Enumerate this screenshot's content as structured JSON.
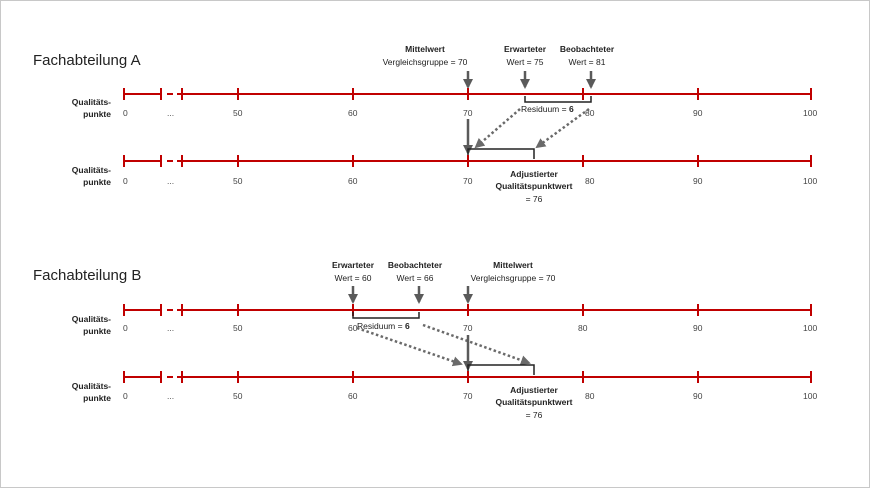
{
  "sections": [
    {
      "title": "Fachabteilung A",
      "row_label_line1": "Qualitäts-",
      "row_label_line2": "punkte",
      "ticks": [
        "0",
        "...",
        "50",
        "60",
        "70",
        "80",
        "90",
        "100"
      ],
      "mean": {
        "line1": "Mittelwert",
        "line2": "Vergleichsgruppe = 70",
        "value": 70
      },
      "expected": {
        "line1": "Erwarteter",
        "line2": "Wert = 75",
        "value": 75
      },
      "observed": {
        "line1": "Beobachteter",
        "line2": "Wert = 81",
        "value": 81
      },
      "residual": {
        "prefix": "Residuum = ",
        "value": "6"
      },
      "adjusted": {
        "line1": "Adjustierter",
        "line2": "Qualitätspunktwert",
        "line3": "= 76",
        "value": 76
      }
    },
    {
      "title": "Fachabteilung B",
      "row_label_line1": "Qualitäts-",
      "row_label_line2": "punkte",
      "ticks": [
        "0",
        "...",
        "50",
        "60",
        "70",
        "80",
        "90",
        "100"
      ],
      "mean": {
        "line1": "Mittelwert",
        "line2": "Vergleichsgruppe = 70",
        "value": 70
      },
      "expected": {
        "line1": "Erwarteter",
        "line2": "Wert = 60",
        "value": 60
      },
      "observed": {
        "line1": "Beobachteter",
        "line2": "Wert = 66",
        "value": 66
      },
      "residual": {
        "prefix": "Residuum = ",
        "value": "6"
      },
      "adjusted": {
        "line1": "Adjustierter",
        "line2": "Qualitätspunktwert",
        "line3": "= 76",
        "value": 76
      }
    }
  ],
  "colors": {
    "axis": "#c00000",
    "arrow": "#5a5a5a",
    "text": "#222222"
  }
}
